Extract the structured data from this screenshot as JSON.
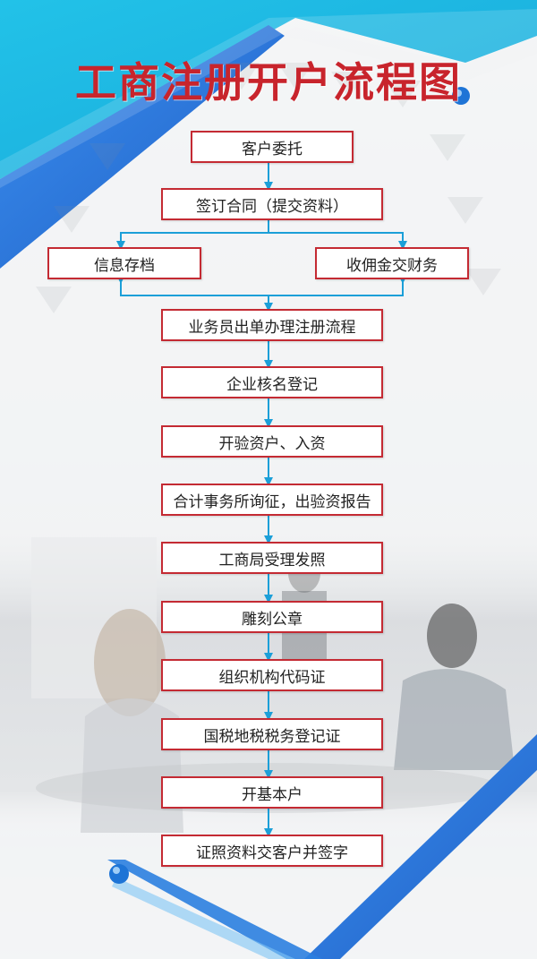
{
  "title": "工商注册开户流程图",
  "colors": {
    "accent": "#1b9fd8",
    "box_border": "#c42a33",
    "title": "#c8242c",
    "blue_band": "#2a7fd8"
  },
  "steps": {
    "s1": "客户委托",
    "s2": "签订合同（提交资料）",
    "s3_left": "信息存档",
    "s3_right": "收佣金交财务",
    "s4": "业务员出单办理注册流程",
    "s5": "企业核名登记",
    "s6": "开验资户、入资",
    "s7": "合计事务所询征，出验资报告",
    "s8": "工商局受理发照",
    "s9": "雕刻公章",
    "s10": "组织机构代码证",
    "s11": "国税地税税务登记证",
    "s12": "开基本户",
    "s13": "证照资料交客户并签字"
  }
}
